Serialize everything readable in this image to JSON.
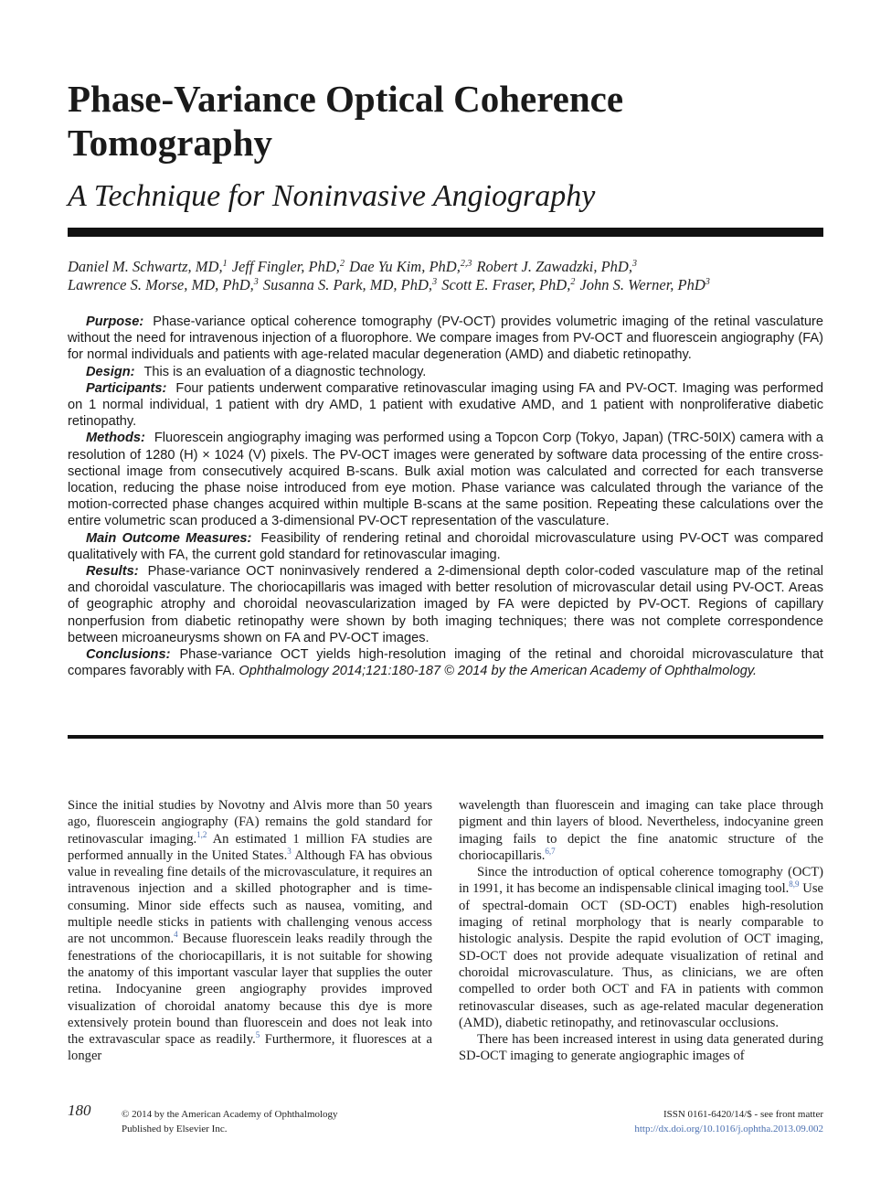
{
  "article": {
    "title": "Phase-Variance Optical Coherence Tomography",
    "subtitle": "A Technique for Noninvasive Angiography"
  },
  "authors": [
    {
      "name": "Daniel M. Schwartz, MD,",
      "aff": "1"
    },
    {
      "name": "Jeff Fingler, PhD,",
      "aff": "2"
    },
    {
      "name": "Dae Yu Kim, PhD,",
      "aff": "2,3"
    },
    {
      "name": "Robert J. Zawadzki, PhD,",
      "aff": "3"
    },
    {
      "name": "Lawrence S. Morse, MD, PhD,",
      "aff": "3"
    },
    {
      "name": "Susanna S. Park, MD, PhD,",
      "aff": "3"
    },
    {
      "name": "Scott E. Fraser, PhD,",
      "aff": "2"
    },
    {
      "name": "John S. Werner, PhD",
      "aff": "3"
    }
  ],
  "abstract": {
    "purpose": {
      "label": "Purpose:",
      "text": "Phase-variance optical coherence tomography (PV-OCT) provides volumetric imaging of the retinal vasculature without the need for intravenous injection of a fluorophore. We compare images from PV-OCT and fluorescein angiography (FA) for normal individuals and patients with age-related macular degeneration (AMD) and diabetic retinopathy."
    },
    "design": {
      "label": "Design:",
      "text": "This is an evaluation of a diagnostic technology."
    },
    "participants": {
      "label": "Participants:",
      "text": "Four patients underwent comparative retinovascular imaging using FA and PV-OCT. Imaging was performed on 1 normal individual, 1 patient with dry AMD, 1 patient with exudative AMD, and 1 patient with nonproliferative diabetic retinopathy."
    },
    "methods": {
      "label": "Methods:",
      "text": "Fluorescein angiography imaging was performed using a Topcon Corp (Tokyo, Japan) (TRC-50IX) camera with a resolution of 1280 (H) × 1024 (V) pixels. The PV-OCT images were generated by software data processing of the entire cross-sectional image from consecutively acquired B-scans. Bulk axial motion was calculated and corrected for each transverse location, reducing the phase noise introduced from eye motion. Phase variance was calculated through the variance of the motion-corrected phase changes acquired within multiple B-scans at the same position. Repeating these calculations over the entire volumetric scan produced a 3-dimensional PV-OCT representation of the vasculature."
    },
    "outcome": {
      "label": "Main Outcome Measures:",
      "text": "Feasibility of rendering retinal and choroidal microvasculature using PV-OCT was compared qualitatively with FA, the current gold standard for retinovascular imaging."
    },
    "results": {
      "label": "Results:",
      "text": "Phase-variance OCT noninvasively rendered a 2-dimensional depth color-coded vasculature map of the retinal and choroidal vasculature. The choriocapillaris was imaged with better resolution of microvascular detail using PV-OCT. Areas of geographic atrophy and choroidal neovascularization imaged by FA were depicted by PV-OCT. Regions of capillary nonperfusion from diabetic retinopathy were shown by both imaging techniques; there was not complete correspondence between microaneurysms shown on FA and PV-OCT images."
    },
    "conclusions": {
      "label": "Conclusions:",
      "text": "Phase-variance OCT yields high-resolution imaging of the retinal and choroidal microvasculature that compares favorably with FA.",
      "citation": "Ophthalmology 2014;121:180-187 © 2014 by the American Academy of Ophthalmology."
    }
  },
  "body": {
    "left": [
      {
        "t": "Since the initial studies by Novotny and Alvis more than 50 years ago, fluorescein angiography (FA) remains the gold standard for retinovascular imaging."
      },
      {
        "s": "1,2"
      },
      {
        "t": " An estimated 1 million FA studies are performed annually in the United States."
      },
      {
        "s": "3"
      },
      {
        "t": " Although FA has obvious value in revealing fine details of the microvasculature, it requires an intravenous injection and a skilled photographer and is time-consuming. Minor side effects such as nausea, vomiting, and multiple needle sticks in patients with challenging venous access are not uncommon."
      },
      {
        "s": "4"
      },
      {
        "t": " Because fluorescein leaks readily through the fenestrations of the choriocapillaris, it is not suitable for showing the anatomy of this important vascular layer that supplies the outer retina. Indocyanine green angiography provides improved visualization of choroidal anatomy because this dye is more extensively protein bound than fluorescein and does not leak into the extravascular space as readily."
      },
      {
        "s": "5"
      },
      {
        "t": " Furthermore, it fluoresces at a longer"
      }
    ],
    "right_p1": [
      {
        "t": "wavelength than fluorescein and imaging can take place through pigment and thin layers of blood. Nevertheless, indocyanine green imaging fails to depict the fine anatomic structure of the choriocapillaris."
      },
      {
        "s": "6,7"
      }
    ],
    "right_p2": [
      {
        "t": "Since the introduction of optical coherence tomography (OCT) in 1991, it has become an indispensable clinical imaging tool."
      },
      {
        "s": "8,9"
      },
      {
        "t": " Use of spectral-domain OCT (SD-OCT) enables high-resolution imaging of retinal morphology that is nearly comparable to histologic analysis. Despite the rapid evolution of OCT imaging, SD-OCT does not provide adequate visualization of retinal and choroidal microvasculature. Thus, as clinicians, we are often compelled to order both OCT and FA in patients with common retinovascular diseases, such as age-related macular degeneration (AMD), diabetic retinopathy, and retinovascular occlusions."
      }
    ],
    "right_p3": [
      {
        "t": "There has been increased interest in using data generated during SD-OCT imaging to generate angiographic images of"
      }
    ]
  },
  "footer": {
    "page_number": "180",
    "copyright": "© 2014 by the American Academy of Ophthalmology",
    "publisher": "Published by Elsevier Inc.",
    "issn": "ISSN 0161-6420/14/$ - see front matter",
    "doi": "http://dx.doi.org/10.1016/j.ophtha.2013.09.002"
  }
}
